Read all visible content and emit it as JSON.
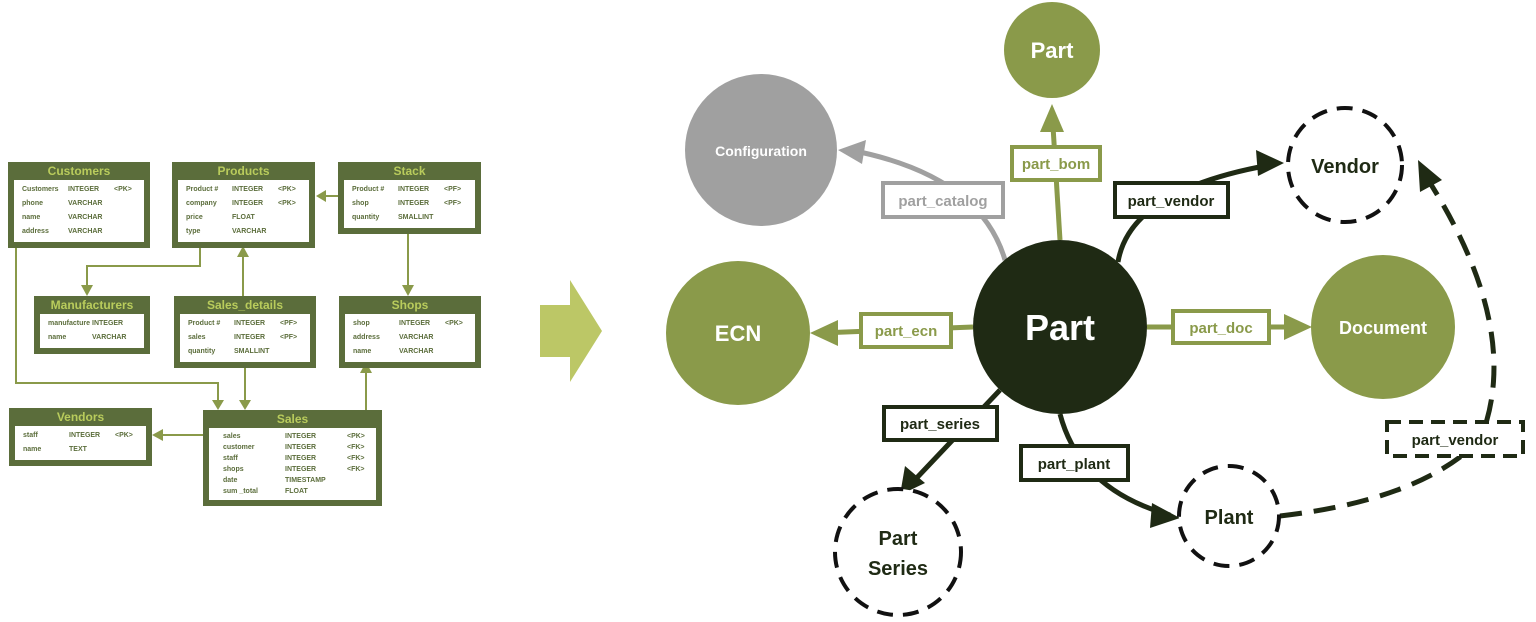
{
  "tables": [
    {
      "name": "Customers",
      "rows": [
        [
          "Customers",
          "INTEGER",
          "<PK>"
        ],
        [
          "phone",
          "VARCHAR",
          ""
        ],
        [
          "name",
          "VARCHAR",
          ""
        ],
        [
          "address",
          "VARCHAR",
          ""
        ]
      ]
    },
    {
      "name": "Products",
      "rows": [
        [
          "Product #",
          "INTEGER",
          "<PK>"
        ],
        [
          "company",
          "INTEGER",
          "<PK>"
        ],
        [
          "price",
          "FLOAT",
          ""
        ],
        [
          "type",
          "VARCHAR",
          ""
        ]
      ]
    },
    {
      "name": "Stack",
      "rows": [
        [
          "Product #",
          "INTEGER",
          "<PF>"
        ],
        [
          "shop",
          "INTEGER",
          "<PF>"
        ],
        [
          "quantity",
          "SMALLINT",
          ""
        ]
      ]
    },
    {
      "name": "Manufacturers",
      "rows": [
        [
          "manufacture",
          "INTEGER",
          ""
        ],
        [
          "name",
          "VARCHAR",
          ""
        ]
      ]
    },
    {
      "name": "Sales_details",
      "rows": [
        [
          "Product #",
          "INTEGER",
          "<PF>"
        ],
        [
          "sales",
          "INTEGER",
          "<PF>"
        ],
        [
          "quantity",
          "SMALLINT",
          ""
        ]
      ]
    },
    {
      "name": "Shops",
      "rows": [
        [
          "shop",
          "INTEGER",
          "<PK>"
        ],
        [
          "address",
          "VARCHAR",
          ""
        ],
        [
          "name",
          "VARCHAR",
          ""
        ]
      ]
    },
    {
      "name": "Vendors",
      "rows": [
        [
          "staff",
          "INTEGER",
          "<PK>"
        ],
        [
          "name",
          "TEXT",
          ""
        ]
      ]
    },
    {
      "name": "Sales",
      "rows": [
        [
          "sales",
          "INTEGER",
          "<PK>"
        ],
        [
          "customer",
          "INTEGER",
          "<FK>"
        ],
        [
          "staff",
          "INTEGER",
          "<FK>"
        ],
        [
          "shops",
          "INTEGER",
          "<FK>"
        ],
        [
          "date",
          "TIMESTAMP",
          ""
        ],
        [
          "sum _total",
          "FLOAT",
          ""
        ]
      ]
    }
  ],
  "graph": {
    "nodes": {
      "part_center": "Part",
      "part_top": "Part",
      "configuration": "Configuration",
      "ecn": "ECN",
      "document": "Document",
      "vendor": "Vendor",
      "plant": "Plant",
      "part_series_1": "Part",
      "part_series_2": "Series"
    },
    "edges": {
      "part_bom": "part_bom",
      "part_catalog": "part_catalog",
      "part_vendor": "part_vendor",
      "part_ecn": "part_ecn",
      "part_doc": "part_doc",
      "part_series": "part_series",
      "part_plant": "part_plant",
      "part_vendor_2": "part_vendor"
    }
  },
  "colors": {
    "dark": "#1f2a14",
    "olive": "#8a9a4a",
    "grey": "#a0a0a0",
    "table": "#5b6d3b",
    "arrow": "#bcc766"
  }
}
